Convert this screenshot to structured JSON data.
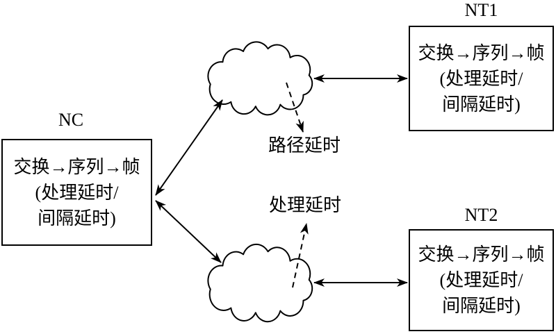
{
  "diagram": {
    "nodes": {
      "nc": {
        "title": "NC",
        "lines": [
          "交换→序列→帧",
          "(处理延时/",
          "间隔延时)"
        ]
      },
      "nt1": {
        "title": "NT1",
        "lines": [
          "交换→序列→帧",
          "(处理延时/",
          "间隔延时)"
        ]
      },
      "nt2": {
        "title": "NT2",
        "lines": [
          "交换→序列→帧",
          "(处理延时/",
          "间隔延时)"
        ]
      }
    },
    "labels": {
      "path_delay": "路径延时",
      "processing_delay": "处理延时"
    },
    "colors": {
      "line": "#000000",
      "background": "#ffffff"
    }
  }
}
